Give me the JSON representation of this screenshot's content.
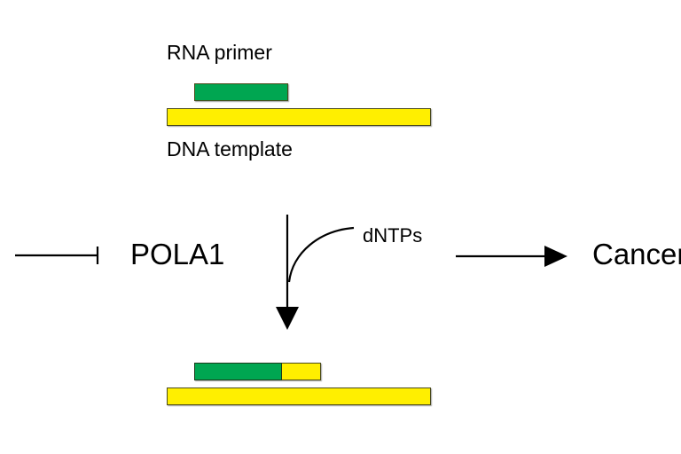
{
  "diagram": {
    "labels": {
      "rna_primer": "RNA primer",
      "dna_template": "DNA template",
      "gene": "POLA1",
      "substrate": "dNTPs",
      "outcome": "Cancer"
    },
    "colors": {
      "rna_primer": "#00a651",
      "dna": "#ffef00",
      "line": "#000000"
    },
    "relations": [
      {
        "from": "unknown",
        "to": "POLA1",
        "type": "inhibition"
      },
      {
        "from": "POLA1",
        "to": "Cancer",
        "type": "activation"
      },
      {
        "from": "primer-template",
        "to": "extended-primer",
        "type": "reaction",
        "input": "dNTPs"
      }
    ]
  }
}
